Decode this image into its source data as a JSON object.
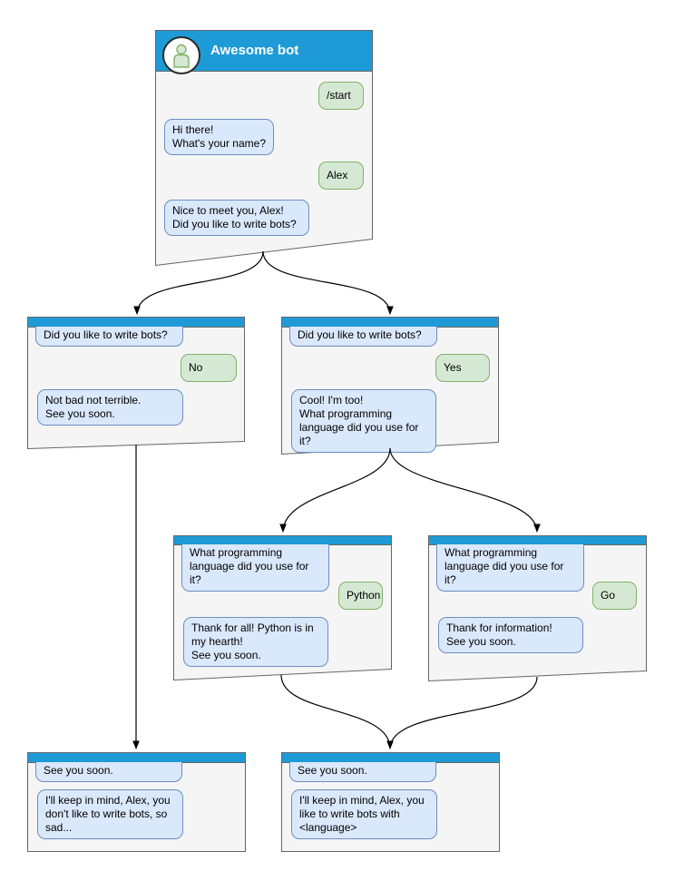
{
  "diagram_title": "chat bot conversation flow diagram",
  "colors": {
    "header_blue": "#1e9bd7",
    "bot_bubble_fill": "#dae8fc",
    "bot_bubble_border": "#6c8ebf",
    "user_bubble_fill": "#d5e8d4",
    "user_bubble_border": "#82b366",
    "window_fill": "#f5f5f5",
    "window_border": "#666666",
    "connector": "#000000"
  },
  "icons": {
    "avatar": "person-icon"
  },
  "windows": [
    {
      "id": "main",
      "title": "Awesome bot",
      "messages": [
        {
          "from": "user",
          "text": "/start"
        },
        {
          "from": "bot",
          "text": "Hi there!\nWhat's your name?"
        },
        {
          "from": "user",
          "text": "Alex"
        },
        {
          "from": "bot",
          "text": "Nice to meet you, Alex!\nDid you like to write bots?"
        }
      ]
    },
    {
      "id": "branch-no",
      "messages": [
        {
          "from": "bot",
          "text": "Did you like to write bots?"
        },
        {
          "from": "user",
          "text": "No"
        },
        {
          "from": "bot",
          "text": "Not bad not terrible.\nSee you soon."
        }
      ]
    },
    {
      "id": "branch-yes",
      "messages": [
        {
          "from": "bot",
          "text": "Did you like to write bots?"
        },
        {
          "from": "user",
          "text": "Yes"
        },
        {
          "from": "bot",
          "text": "Cool! I'm too!\nWhat programming\nlanguage did you use for it?"
        }
      ]
    },
    {
      "id": "branch-python",
      "messages": [
        {
          "from": "bot",
          "text": "What programming\nlanguage did you use for it?"
        },
        {
          "from": "user",
          "text": "Python"
        },
        {
          "from": "bot",
          "text": "Thank for all! Python is in\nmy hearth!\nSee you soon."
        }
      ]
    },
    {
      "id": "branch-go",
      "messages": [
        {
          "from": "bot",
          "text": "What programming\nlanguage did you use for it?"
        },
        {
          "from": "user",
          "text": "Go"
        },
        {
          "from": "bot",
          "text": "Thank for information!\nSee you soon."
        }
      ]
    },
    {
      "id": "end-no",
      "messages": [
        {
          "from": "bot",
          "text": "See you soon."
        },
        {
          "from": "bot",
          "text": "I'll keep in mind, Alex, you\ndon't like to write bots, so\nsad..."
        }
      ]
    },
    {
      "id": "end-yes",
      "messages": [
        {
          "from": "bot",
          "text": "See you soon."
        },
        {
          "from": "bot",
          "text": "I'll keep in mind, Alex, you\nlike to write bots with\n<language>"
        }
      ]
    }
  ]
}
